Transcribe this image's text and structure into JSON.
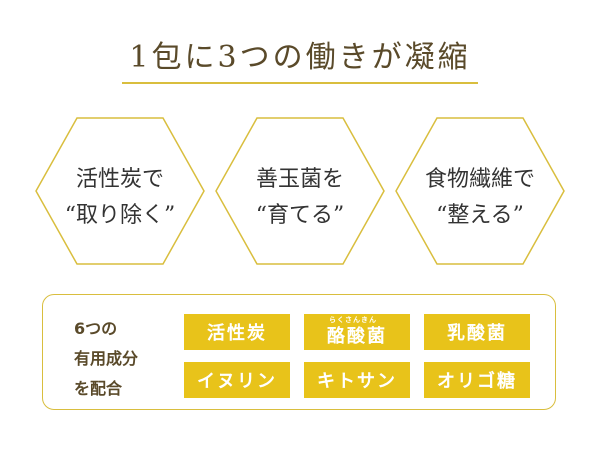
{
  "title": "1包に3つの働きが凝縮",
  "hexagons": [
    {
      "line1": "活性炭で",
      "line2": "“取り除く”"
    },
    {
      "line1": "善玉菌を",
      "line2": "“育てる”"
    },
    {
      "line1": "食物繊維で",
      "line2": "“整える”"
    }
  ],
  "ingredients_box": {
    "label_lines": [
      "6つの",
      "有用成分",
      "を配合"
    ],
    "chips": [
      "活性炭",
      "酪酸菌",
      "乳酸菌",
      "イヌリン",
      "キトサン",
      "オリゴ糖"
    ],
    "ruby_for_chip_2": "らくさんきん"
  },
  "colors": {
    "accent": "#e8c31a",
    "line": "#d9be3e",
    "title": "#5a4a2a"
  }
}
